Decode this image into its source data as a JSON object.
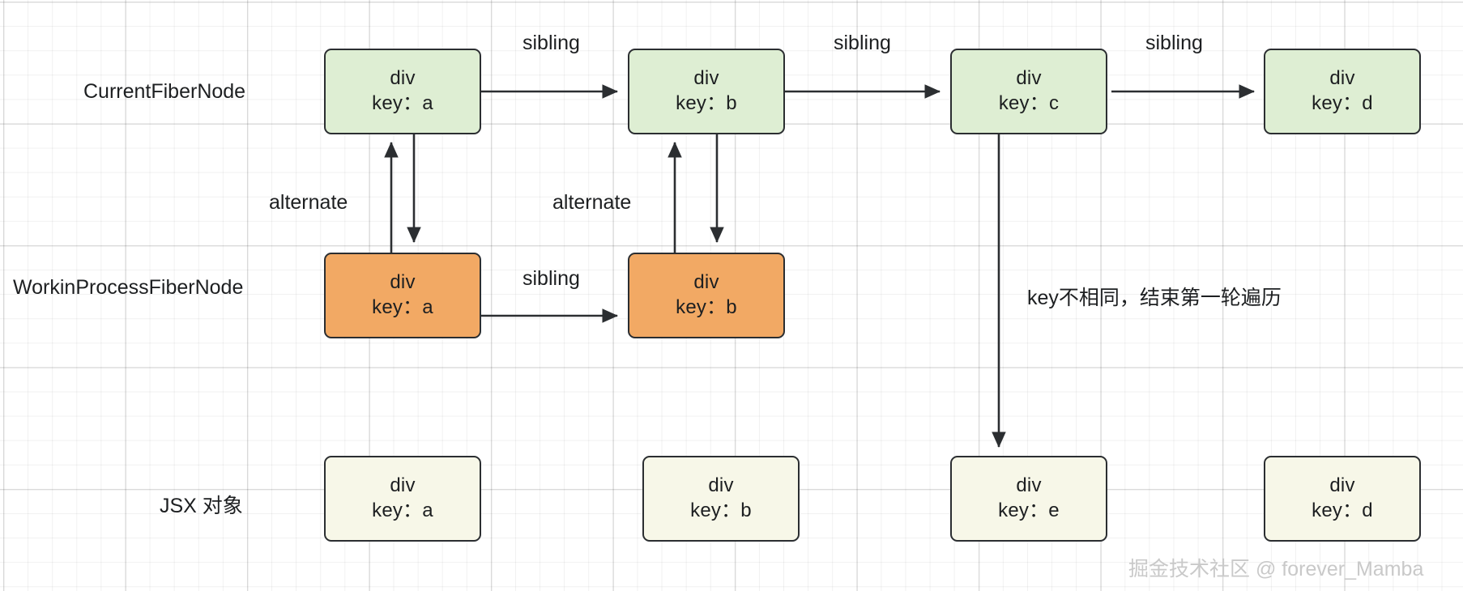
{
  "diagram": {
    "title": "React Fiber reconciliation diagram",
    "colors": {
      "current_fill": "#deeed3",
      "wip_fill": "#f2a964",
      "jsx_fill": "#f7f7e8",
      "stroke": "#2b2e31",
      "grid": "#e8e8e8",
      "watermark": "#c9c9c9"
    },
    "row_labels": [
      {
        "id": "row-current",
        "text": "CurrentFiberNode"
      },
      {
        "id": "row-wip",
        "text": "WorkinProcessFiberNode"
      },
      {
        "id": "row-jsx",
        "text": "JSX 对象"
      }
    ],
    "rows": {
      "current": {
        "nodes": [
          {
            "id": "current-a",
            "type": "div",
            "key": "key：a"
          },
          {
            "id": "current-b",
            "type": "div",
            "key": "key：b"
          },
          {
            "id": "current-c",
            "type": "div",
            "key": "key：c"
          },
          {
            "id": "current-d",
            "type": "div",
            "key": "key：d"
          }
        ]
      },
      "wip": {
        "nodes": [
          {
            "id": "wip-a",
            "type": "div",
            "key": "key：a"
          },
          {
            "id": "wip-b",
            "type": "div",
            "key": "key：b"
          }
        ]
      },
      "jsx": {
        "nodes": [
          {
            "id": "jsx-a",
            "type": "div",
            "key": "key：a"
          },
          {
            "id": "jsx-b",
            "type": "div",
            "key": "key：b"
          },
          {
            "id": "jsx-e",
            "type": "div",
            "key": "key：e"
          },
          {
            "id": "jsx-d",
            "type": "div",
            "key": "key：d"
          }
        ]
      }
    },
    "edge_labels": [
      {
        "id": "sibling-current-ab",
        "text": "sibling"
      },
      {
        "id": "sibling-current-bc",
        "text": "sibling"
      },
      {
        "id": "sibling-current-cd",
        "text": "sibling"
      },
      {
        "id": "alternate-a",
        "text": "alternate"
      },
      {
        "id": "alternate-b",
        "text": "alternate"
      },
      {
        "id": "sibling-wip-ab",
        "text": "sibling"
      }
    ],
    "annotations": [
      {
        "id": "key-mismatch-note",
        "text": "key不相同，结束第一轮遍历"
      }
    ],
    "watermark": {
      "text": "掘金技术社区 @ forever_Mamba"
    }
  }
}
